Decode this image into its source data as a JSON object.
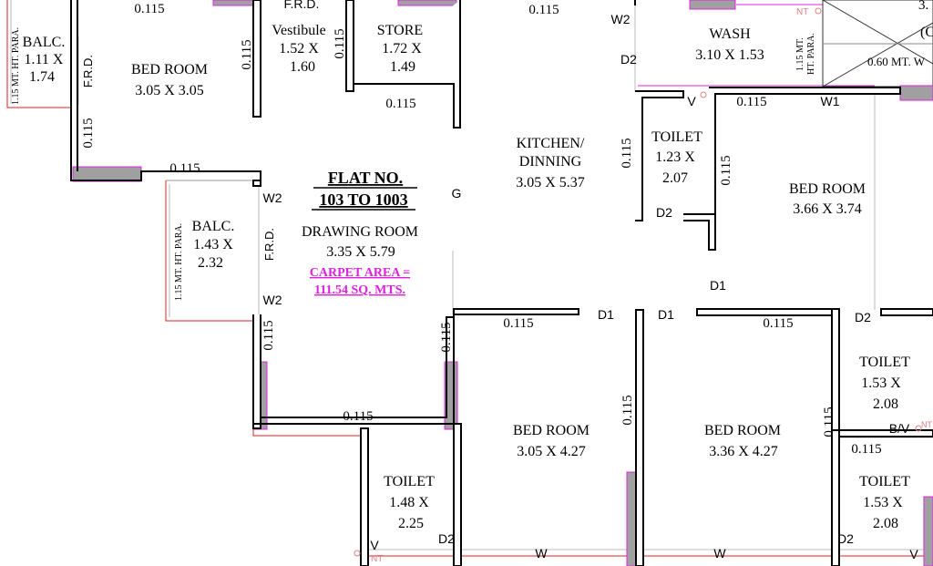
{
  "colors": {
    "wall": "#000000",
    "outline_red": "#e02020",
    "highlight_magenta": "#e020e0",
    "shade_grey": "#a0a0a0",
    "thin_line": "#bbbbbb",
    "nt_pink": "#e08080"
  },
  "flat": {
    "title_line1": "FLAT NO.",
    "title_line2": "103 TO 1003",
    "carpet_line1": "CARPET AREA =",
    "carpet_line2": "111.54 SQ. MTS."
  },
  "rooms": {
    "balc_left": {
      "name": "BALC.",
      "dim1": "1.11 X",
      "dim2": "1.74"
    },
    "bed_tl": {
      "name": "BED ROOM",
      "dims": "3.05 X 3.05"
    },
    "vestibule": {
      "name": "Vestibule",
      "dim1": "1.52 X",
      "dim2": "1.60"
    },
    "store": {
      "name": "STORE",
      "dim1": "1.72 X",
      "dim2": "1.49"
    },
    "wash": {
      "name": "WASH",
      "dims": "3.10 X 1.53"
    },
    "kitchen": {
      "name1": "KITCHEN/",
      "name2": "DINNING",
      "dims": "3.05 X 5.37"
    },
    "toilet_top": {
      "name": "TOILET",
      "dim1": "1.23 X",
      "dim2": "2.07"
    },
    "bed_right": {
      "name": "BED ROOM",
      "dims": "3.66 X 3.74"
    },
    "balc_mid": {
      "name": "BALC.",
      "dim1": "1.43 X",
      "dim2": "2.32"
    },
    "drawing": {
      "name": "DRAWING ROOM",
      "dims": "3.35 X 5.79"
    },
    "bed_bl": {
      "name": "BED ROOM",
      "dims": "3.05 X 4.27"
    },
    "bed_bm": {
      "name": "BED ROOM",
      "dims": "3.36 X 4.27"
    },
    "toilet_r1": {
      "name": "TOILET",
      "dim1": "1.53 X",
      "dim2": "2.08"
    },
    "toilet_r2": {
      "name": "TOILET",
      "dim1": "1.53 X",
      "dim2": "2.08"
    },
    "toilet_bl": {
      "name": "TOILET",
      "dim1": "1.48 X",
      "dim2": "2.25"
    }
  },
  "labels": {
    "frd": "F.R.D.",
    "para_115": "1.15 MT. HT. PARA.",
    "para_115a": "1.15 MT.",
    "para_115b": "HT. PARA.",
    "para_060": "0.60 MT. W",
    "wall_115": "0.115",
    "door_d1": "D1",
    "door_d2": "D2",
    "window_w": "W",
    "window_w1": "W1",
    "window_w2": "W2",
    "vent_v": "V",
    "bv": "B/V",
    "nt": "NT",
    "g": "G",
    "edge_3": "3.",
    "edge_c": "(C"
  }
}
